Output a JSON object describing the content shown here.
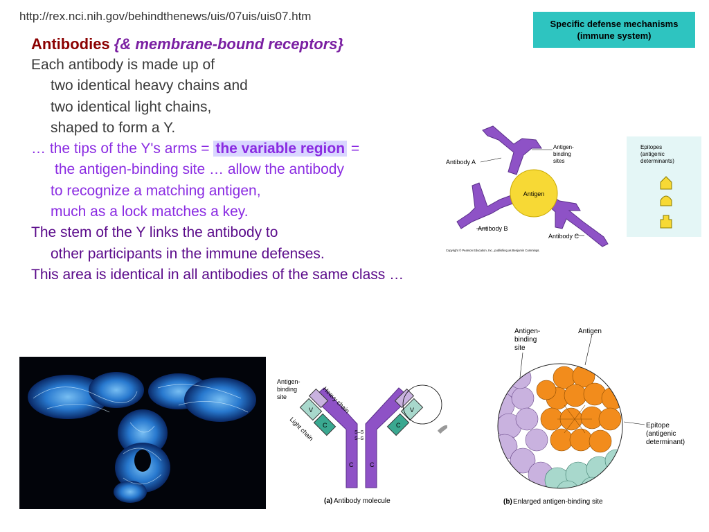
{
  "url": "http://rex.nci.nih.gov/behindthenews/uis/07uis/uis07.htm",
  "badge": {
    "line1": "Specific defense mechanisms",
    "line2": "(immune system)"
  },
  "title": {
    "main": "Antibodies",
    "sub": "{& membrane-bound receptors}"
  },
  "body": {
    "l1": "Each antibody is made up of",
    "l2": "two identical heavy chains and",
    "l3": "two identical light chains,",
    "l4": "shaped to form a Y.",
    "l5a": "… the tips of the Y's arms  = ",
    "l5b": "the variable region",
    "l5c": " =",
    "l6": "the antigen-binding site … allow the antibody",
    "l7": "to recognize a matching antigen,",
    "l8": "much as a lock matches a key.",
    "l9": "The stem of the Y links the antibody to",
    "l10": "other participants in the immune defenses.",
    "l11": "This area is identical in all antibodies of the same class …"
  },
  "figure_antigen": {
    "antibody_a": "Antibody A",
    "antibody_b": "Antibody B",
    "antibody_c": "Antibody C",
    "antigen": "Antigen",
    "site1": "Antigen-",
    "site2": "binding",
    "site3": "sites",
    "copyright": "Copyright © Pearson Education, Inc., publishing as Benjamin Cummings."
  },
  "figure_epitopes": {
    "l1": "Epitopes",
    "l2": "(antigenic",
    "l3": "determinants)"
  },
  "figure_molecule": {
    "site1": "Antigen-",
    "site2": "binding",
    "site3": "site",
    "heavy": "Heavy chain",
    "light": "Light chain",
    "v": "V",
    "c": "C",
    "ss": "S–S",
    "caption_bold": "(a)",
    "caption": " Antibody molecule"
  },
  "figure_site": {
    "site1": "Antigen-",
    "site2": "binding",
    "site3": "site",
    "antigen": "Antigen",
    "epitope1": "Epitope",
    "epitope2": "(antigenic",
    "epitope3": "determinant)",
    "caption_bold": "(b)",
    "caption": " Enlarged antigen-binding site"
  },
  "colors": {
    "antibody": "#8e52c6",
    "antigen": "#f7d935",
    "orange": "#f28c1c",
    "lavender": "#c9b2df",
    "teal": "#a8d8cc",
    "badge": "#2ec4c0",
    "epitope_panel": "#e4f6f6"
  }
}
